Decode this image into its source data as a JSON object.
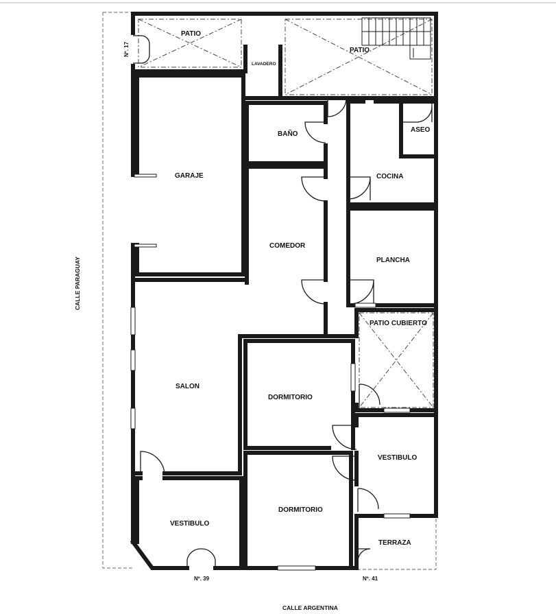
{
  "rooms": {
    "patio_left": "PATIO",
    "lavadero": "LAVADERO",
    "patio_right": "PATIO",
    "garaje": "GARAJE",
    "bano": "BAÑO",
    "aseo": "ASEO",
    "cocina": "COCINA",
    "comedor": "COMEDOR",
    "plancha": "PLANCHA",
    "patio_cubierto": "PATIO CUBIERTO",
    "salon": "SALON",
    "dormitorio_1": "DORMITORIO",
    "dormitorio_2": "DORMITORIO",
    "vestibulo_right": "VESTIBULO",
    "vestibulo_left": "VESTIBULO",
    "terraza": "TERRAZA"
  },
  "numbers": {
    "n17": "Nº. 17",
    "n39": "Nº. 39",
    "n41": "Nº. 41"
  },
  "streets": {
    "left": "CALLE PARAGUAY",
    "bottom": "CALLE ARGENTINA"
  }
}
